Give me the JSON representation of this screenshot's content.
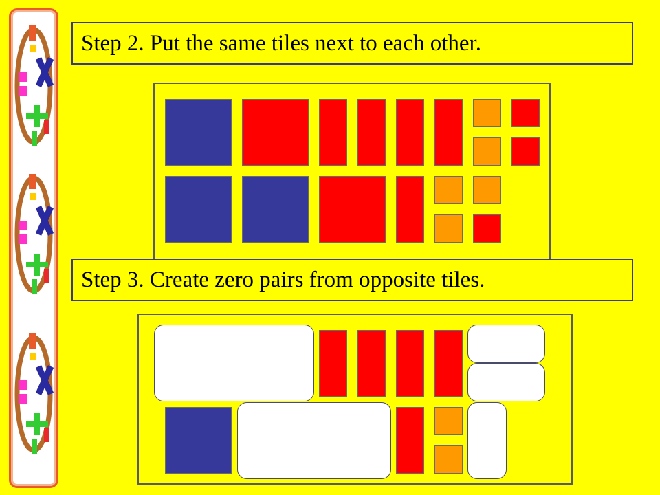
{
  "step2": {
    "text": "Step 2. Put the same tiles next to each other."
  },
  "step3": {
    "text": "Step 3. Create zero pairs from opposite tiles."
  },
  "colors": {
    "background": "#ffff00",
    "x_squared_positive": "#36389a",
    "negative": "#ff0000",
    "one_positive": "#ff9900",
    "zero_pair": "#ffffff"
  },
  "sidebar": {
    "decoration": "algebra-tile-logo"
  }
}
